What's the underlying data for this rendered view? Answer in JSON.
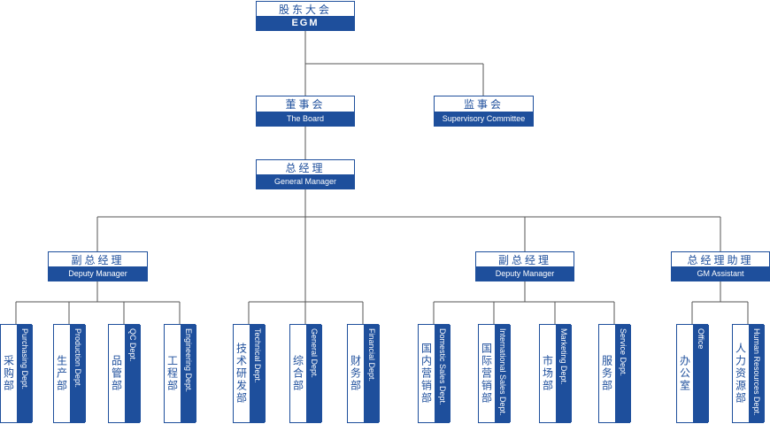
{
  "nodes": {
    "egm": {
      "cn": "股东大会",
      "en": "EGM"
    },
    "board": {
      "cn": "董事会",
      "en": "The Board"
    },
    "supervisory": {
      "cn": "监事会",
      "en": "Supervisory Committee"
    },
    "gm": {
      "cn": "总经理",
      "en": "General Manager"
    },
    "deputy1": {
      "cn": "副总经理",
      "en": "Deputy Manager"
    },
    "deputy2": {
      "cn": "副总经理",
      "en": "Deputy Manager"
    },
    "assistant": {
      "cn": "总经理助理",
      "en": "GM Assistant"
    }
  },
  "departments": [
    {
      "cn": "采购部",
      "en": "Purchasing Dept."
    },
    {
      "cn": "生产部",
      "en": "Production Dept."
    },
    {
      "cn": "品管部",
      "en": "QC Dept."
    },
    {
      "cn": "工程部",
      "en": "Engineering Dept."
    },
    {
      "cn": "技术研发部",
      "en": "Technical Dept."
    },
    {
      "cn": "综合部",
      "en": "General Dept."
    },
    {
      "cn": "财务部",
      "en": "Financial Dept."
    },
    {
      "cn": "国内营销部",
      "en": "Domestic Sales Dept."
    },
    {
      "cn": "国际营销部",
      "en": "International Sales Dept."
    },
    {
      "cn": "市场部",
      "en": "Marketing Dept."
    },
    {
      "cn": "服务部",
      "en": "Service Dept."
    },
    {
      "cn": "办公室",
      "en": "Office"
    },
    {
      "cn": "人力资源部",
      "en": "Human Resources Dept."
    }
  ],
  "colors": {
    "brand": "#1e4f9c",
    "line": "#555555"
  }
}
